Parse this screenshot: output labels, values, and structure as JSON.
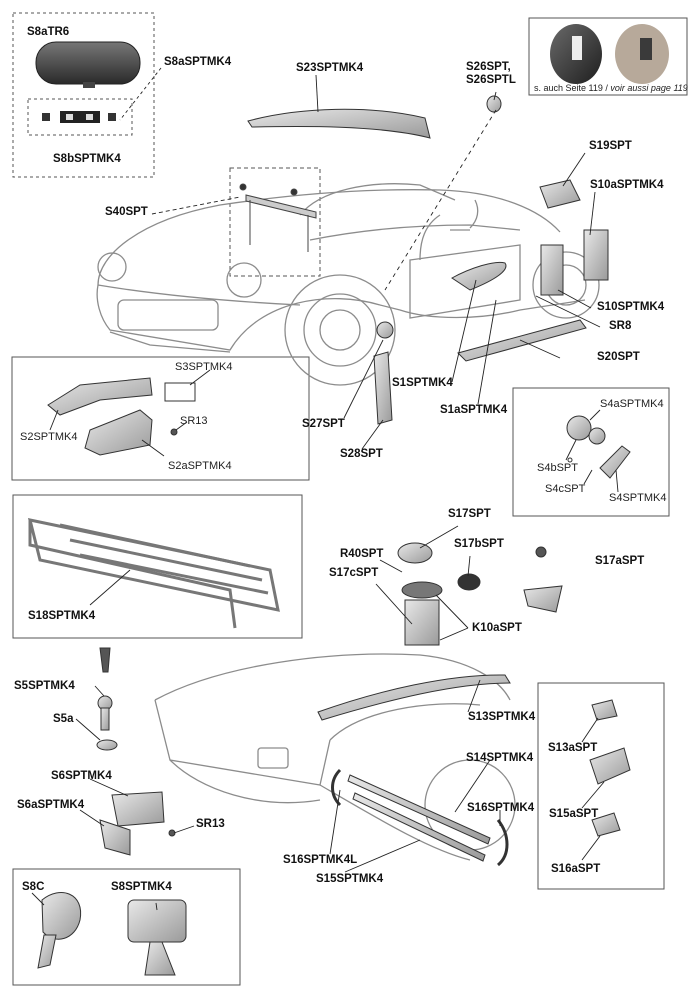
{
  "note": {
    "text_plain": "s. auch Seite 119 /",
    "text_italic": "voir aussi page 119"
  },
  "labels": {
    "s8atr6": "S8aTR6",
    "s8asptmk4": "S8aSPTMK4",
    "s8bsptmk4": "S8bSPTMK4",
    "s23sptmk4": "S23SPTMK4",
    "s26spt_line1": "S26SPT,",
    "s26spt_line2": "S26SPTL",
    "s19spt": "S19SPT",
    "s10asptmk4": "S10aSPTMK4",
    "s40spt": "S40SPT",
    "s10sptmk4": "S10SPTMK4",
    "sr8": "SR8",
    "s20spt": "S20SPT",
    "s3sptmk4": "S3SPTMK4",
    "s2sptmk4": "S2SPTMK4",
    "sr13_a": "SR13",
    "s2asptmk4": "S2aSPTMK4",
    "s1sptmk4": "S1SPTMK4",
    "s1asptmk4": "S1aSPTMK4",
    "s27spt": "S27SPT",
    "s28spt": "S28SPT",
    "s4asptmk4": "S4aSPTMK4",
    "s4bspt": "S4bSPT",
    "s4cspt": "S4cSPT",
    "s4sptmk4": "S4SPTMK4",
    "s17spt": "S17SPT",
    "r40spt": "R40SPT",
    "s17bspt": "S17bSPT",
    "s17cspt": "S17cSPT",
    "s17aspt": "S17aSPT",
    "k10aspt": "K10aSPT",
    "s18sptmk4": "S18SPTMK4",
    "s5sptmk4": "S5SPTMK4",
    "s5a": "S5a",
    "s6sptmk4": "S6SPTMK4",
    "s6asptmk4": "S6aSPTMK4",
    "sr13_b": "SR13",
    "s13sptmk4": "S13SPTMK4",
    "s14sptmk4": "S14SPTMK4",
    "s16sptmk4_right": "S16SPTMK4",
    "s16sptmk4l": "S16SPTMK4L",
    "s15sptmk4": "S15SPTMK4",
    "s13aspt": "S13aSPT",
    "s15aspt": "S15aSPT",
    "s16aspt": "S16aSPT",
    "s8c": "S8C",
    "s8sptmk4": "S8SPTMK4"
  }
}
